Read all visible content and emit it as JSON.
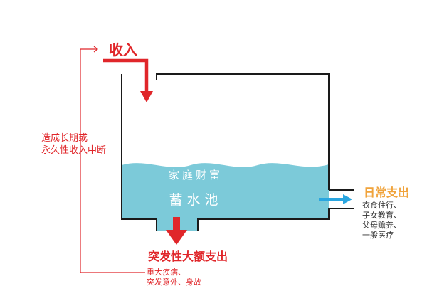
{
  "income": {
    "label": "收入"
  },
  "interruption": {
    "lines": [
      "造成长期或",
      "永久性收入中断"
    ]
  },
  "pool": {
    "title": "家庭财富",
    "name": "蓄水池"
  },
  "daily_expense": {
    "label": "日常支出",
    "items": [
      "衣食住行、",
      "子女教育、",
      "父母赡养、",
      "一般医疗"
    ]
  },
  "sudden_expense": {
    "label": "突发性大额支出",
    "items": [
      "重大疾病、",
      "突发意外、身故"
    ]
  },
  "colors": {
    "red": "#e0262a",
    "water": "#7ccad9",
    "orange": "#f0a33b",
    "blue_arrow": "#2aa6e0",
    "tank_line": "#1a1a1a"
  },
  "icons": {
    "income_arrow": "arrow-down-right",
    "outflow_arrow": "arrow-down",
    "daily_arrow": "arrow-right"
  }
}
